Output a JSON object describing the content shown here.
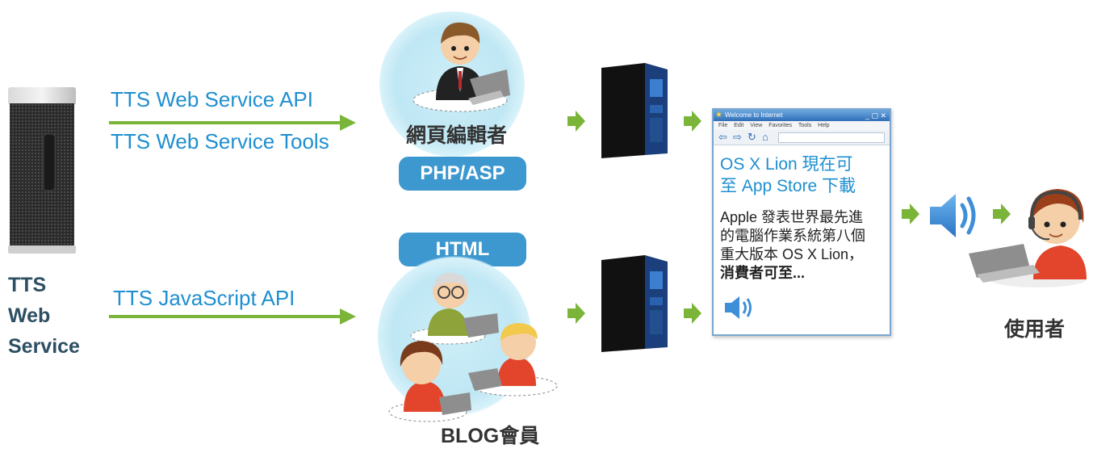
{
  "left_server": {
    "label_lines": [
      "TTS",
      "Web",
      "Service"
    ]
  },
  "api_labels": {
    "web_service_api": "TTS Web Service API",
    "web_service_tools": "TTS Web Service Tools",
    "javascript_api": "TTS JavaScript API"
  },
  "top_group": {
    "label": "網頁編輯者",
    "badge": "PHP/ASP"
  },
  "bottom_group": {
    "label": "BLOG會員",
    "badge": "HTML"
  },
  "browser": {
    "window_title": "Welcome to Internet",
    "menu": [
      "File",
      "Edit",
      "View",
      "Favorites",
      "Tools",
      "Help"
    ],
    "headline": "OS X Lion 現在可至 App Store 下載",
    "headline_lines": [
      "OS X Lion 現在可",
      "至 App Store 下載"
    ],
    "body_lines": [
      "Apple 發表世界最先進",
      "的電腦作業系統第八個",
      "重大版本 OS X Lion，",
      "消費者可至..."
    ]
  },
  "end_user": {
    "label": "使用者"
  },
  "colors": {
    "arrow_green": "#7ab539",
    "link_blue": "#1f8fd0",
    "badge_blue": "#3c98cf",
    "speaker_blue": "#3f8fd8"
  },
  "icons": [
    "server-icon",
    "person-with-laptop-icon",
    "green-arrow-icon",
    "speaker-icon",
    "headset-user-icon",
    "browser-window-icon"
  ]
}
